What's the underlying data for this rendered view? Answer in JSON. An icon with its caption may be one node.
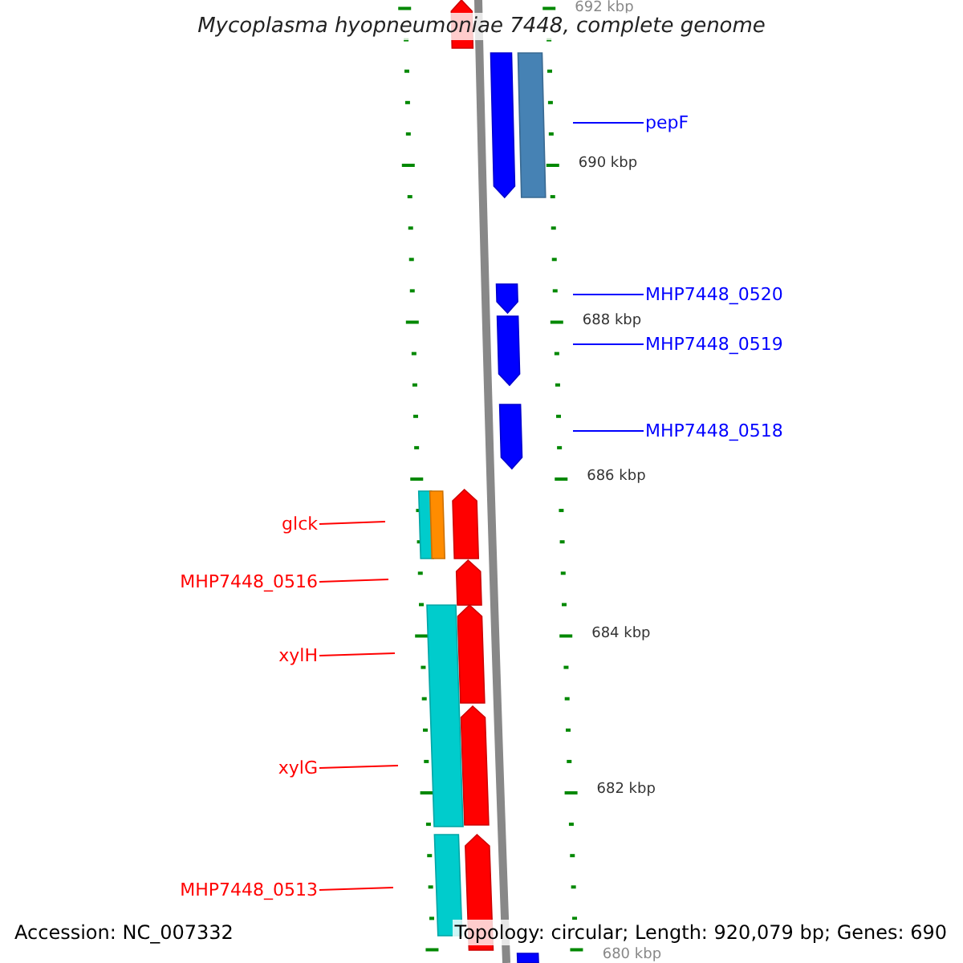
{
  "diagram": {
    "title": "Mycoplasma hyopneumoniae 7448, complete genome",
    "nodes": [
      {
        "text": [
          "pepF"
        ]
      },
      {
        "text": [
          "MHP7448_0520"
        ]
      },
      {
        "text": [
          "MHP7448_0519"
        ]
      },
      {
        "text": [
          "MHP7448_0518"
        ]
      },
      {
        "text": [
          "glck"
        ]
      },
      {
        "text": [
          "MHP7448_0516"
        ]
      },
      {
        "text": [
          "xylH"
        ]
      },
      {
        "text": [
          "xylG"
        ]
      },
      {
        "text": [
          "MHP7448_0513"
        ]
      }
    ],
    "edges": [
      {
        "from": 0,
        "to": null,
        "arrow": "none",
        "color": "#0000ff"
      },
      {
        "from": 1,
        "to": null,
        "arrow": "none",
        "color": "#0000ff"
      },
      {
        "from": 2,
        "to": null,
        "arrow": "none",
        "color": "#0000ff"
      },
      {
        "from": 3,
        "to": null,
        "arrow": "none",
        "color": "#0000ff"
      },
      {
        "from": 4,
        "to": null,
        "arrow": "none"
      },
      {
        "from": 5,
        "to": null,
        "arrow": "none"
      },
      {
        "from": 6,
        "to": null,
        "arrow": "none"
      },
      {
        "from": 7,
        "to": null,
        "arrow": "none"
      },
      {
        "from": 8,
        "to": null,
        "arrow": "none"
      }
    ],
    "labels": [
      "692 kbp",
      "690 kbp",
      "688 kbp",
      "686 kbp",
      "684 kbp",
      "682 kbp",
      "680 kbp",
      "Accession: NC_007332",
      "Topology: circular; Length: 920,079 bp; Genes: 690"
    ]
  }
}
